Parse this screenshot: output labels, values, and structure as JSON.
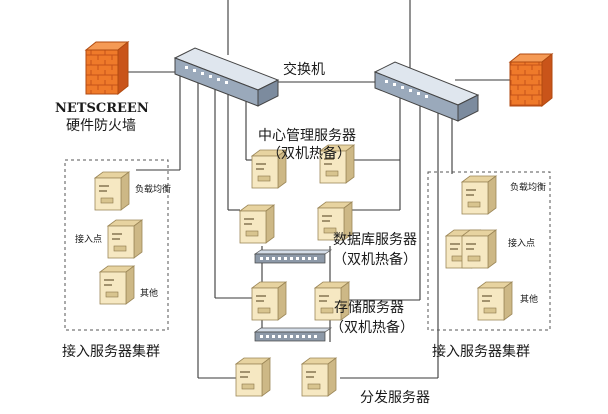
{
  "labels": {
    "switch": "交换机",
    "netscreen": "NETSCREEN",
    "hw_firewall": "硬件防火墙",
    "central_server": "中心管理服务器",
    "central_ha": "（双机热备）",
    "db_server": "数据库服务器",
    "db_ha": "（双机热备）",
    "storage_server": "存储服务器",
    "storage_ha": "（双机热备）",
    "distribution_server": "分发服务器",
    "left_cluster": "接入服务器集群",
    "right_cluster": "接入服务器集群",
    "left_load_balance": "负载均衡",
    "left_access_point": "接入点",
    "left_other": "其他",
    "right_load_balance": "负载均衡",
    "right_access_point": "接入点",
    "right_other": "其他"
  },
  "colors": {
    "firewall": "#ee6a1f",
    "server": "#f3e2b3",
    "server_dark": "#b8a170",
    "switch": "#b9c6d6",
    "line": "#3a3a3a",
    "cluster_border": "#555555"
  }
}
